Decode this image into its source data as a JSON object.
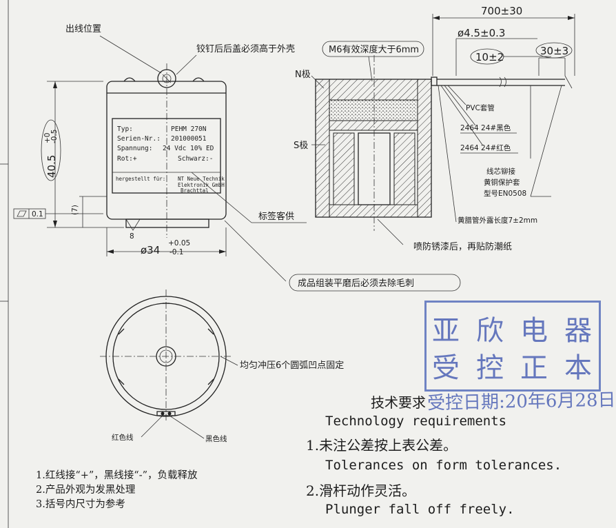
{
  "callouts": {
    "wire_exit_position": "出线位置",
    "rivet_cap": "铰钉后后盖必须高于外壳",
    "m6_depth": "M6有效深度大于6mm",
    "n_pole": "N极",
    "s_pole": "S极",
    "label_supplied": "标签客供",
    "anti_rust": "喷防锈漆后，再贴防潮纸",
    "deburr": "成品组装平磨后必须去除毛刺",
    "pvc_sleeve": "PVC套管",
    "black_wire": "2464 24#黑色",
    "red_wire": "2464 24#红色",
    "crimp_line1": "线芯铆接",
    "crimp_line2": "黄铜保护套",
    "crimp_line3": "型号EN0508",
    "wax_tube": "黄腊管外露长度7±2mm",
    "press_points": "均匀冲压6个圆弧凹点固定",
    "red_lead": "红色线",
    "black_lead": "黑色线"
  },
  "dimensions": {
    "total_length": "700±30",
    "diameter_wire": "ø4.5±0.3",
    "strip_10": "10±2",
    "strip_30": "30±3",
    "height": "40.5",
    "height_tol_upper": "+0",
    "height_tol_lower": "-0.5",
    "ref_7": "(7)",
    "outer_diameter": "ø34",
    "od_tol_upper": "+0.05",
    "od_tol_lower": "-0.1",
    "flatness": "0.1",
    "roughness": "8"
  },
  "nameplate": {
    "typ_label": "Typ:",
    "typ_value": "PEHM 270N",
    "serien_label": "Serien-Nr.:",
    "serien_value": "201000051",
    "spannung_label": "Spannung:",
    "spannung_value": "24 Vdc 10% ED",
    "rot_label": "Rot:+",
    "schwarz_label": "Schwarz:-",
    "maker_left": "hergestellt für:",
    "maker_right_1": "NT Neue Technik",
    "maker_right_2": "Elektronik GmbH",
    "maker_right_3": "Brachttal"
  },
  "stamp": {
    "line1": [
      "亚",
      "欣",
      "电",
      "器"
    ],
    "line2": [
      "受",
      "控",
      "正",
      "本"
    ],
    "date_label": "受控日期:",
    "date_value": "20年6月28日"
  },
  "tech": {
    "title_cn": "技术要求",
    "title_en": "Technology requirements",
    "item1_cn": "1.未注公差按上表公差。",
    "item1_en": "Tolerances on form tolerances.",
    "item2_cn": "2.滑杆动作灵活。",
    "item2_en": "Plunger fall off freely."
  },
  "notes": [
    "1.红线接“+”，黑线接“-”，负载释放",
    "2.产品外观为发黑处理",
    "3.括号内尺寸为参考"
  ],
  "colors": {
    "ink": "#1c1c1c",
    "paper": "#f1f1ee",
    "stamp_blue": "#6577bd"
  }
}
